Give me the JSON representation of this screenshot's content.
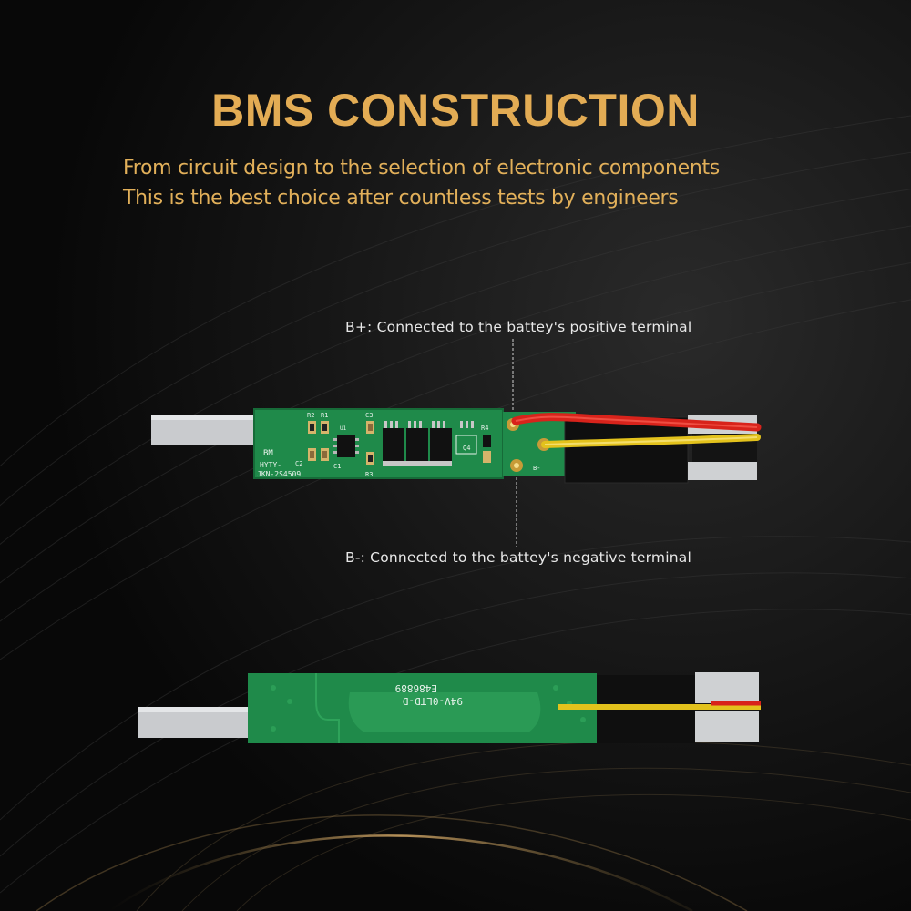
{
  "header": {
    "title": "BMS CONSTRUCTION",
    "subtitle_line1": "From circuit design to the selection of electronic components",
    "subtitle_line2": "This is the best choice after countless tests by engineers"
  },
  "annotations": {
    "b_plus": "B+: Connected to the battey's positive terminal",
    "b_minus": "B-: Connected to the battey's negative terminal"
  },
  "board_front": {
    "silkscreen_line1": "BM",
    "silkscreen_line2": "HYTY-",
    "silkscreen_line3": "JKN-2S4509",
    "components": [
      "R2",
      "R1",
      "C2",
      "C1",
      "C3",
      "R3",
      "U1",
      "R4",
      "Q4",
      "B-"
    ]
  },
  "board_back": {
    "marking_line1": "94V-0LTD-D",
    "marking_line2": "E486889"
  },
  "colors": {
    "accent_gold": "#e3ac54",
    "pcb_green": "#1f8a4a",
    "wire_red": "#d8231b",
    "wire_yellow": "#e3c21c",
    "background": "#0d0d0d"
  }
}
